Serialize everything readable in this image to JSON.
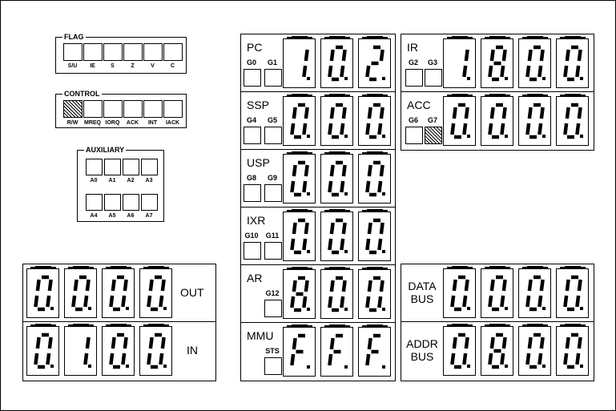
{
  "flag": {
    "title": "FLAG",
    "labels": [
      "S/U",
      "IE",
      "S",
      "Z",
      "V",
      "C"
    ],
    "on": [
      false,
      false,
      false,
      false,
      false,
      false
    ]
  },
  "control": {
    "title": "CONTROL",
    "labels": [
      "R/W",
      "MREQ",
      "IORQ",
      "ACK",
      "INT",
      "IACK"
    ],
    "on": [
      true,
      false,
      false,
      false,
      false,
      false
    ]
  },
  "auxiliary": {
    "title": "AUXILIARY",
    "labels": [
      "A0",
      "A1",
      "A2",
      "A3",
      "A4",
      "A5",
      "A6",
      "A7"
    ]
  },
  "registers": {
    "pc": {
      "name": "PC",
      "gates": [
        "G0",
        "G1"
      ],
      "value": [
        "1.",
        "0.",
        "2."
      ]
    },
    "ssp": {
      "name": "SSP",
      "gates": [
        "G4",
        "G5"
      ],
      "value": [
        "0.",
        "0.",
        "0."
      ]
    },
    "usp": {
      "name": "USP",
      "gates": [
        "G8",
        "G9"
      ],
      "value": [
        "0.",
        "0.",
        "0."
      ]
    },
    "ixr": {
      "name": "IXR",
      "gates": [
        "G10",
        "G11"
      ],
      "value": [
        "0.",
        "0.",
        "0."
      ]
    },
    "ar": {
      "name": "AR",
      "gates": [
        "G12"
      ],
      "value": [
        "8.",
        "0.",
        "0."
      ]
    },
    "mmu": {
      "name": "MMU",
      "gates": [
        "STS"
      ],
      "value": [
        "F.",
        "F.",
        "F."
      ]
    },
    "ir": {
      "name": "IR",
      "gates": [
        "G2",
        "G3"
      ],
      "value": [
        "1.",
        "8.",
        "0.",
        "0."
      ]
    },
    "acc": {
      "name": "ACC",
      "gates": [
        "G6",
        "G7"
      ],
      "gates_on": [
        false,
        true
      ],
      "value": [
        "0.",
        "0.",
        "0.",
        "0."
      ]
    }
  },
  "io": {
    "out": {
      "name": "OUT",
      "value": [
        "0.",
        "0.",
        "0.",
        "0."
      ]
    },
    "in": {
      "name": "IN",
      "value": [
        "0.",
        "1.",
        "0.",
        "0."
      ]
    }
  },
  "bus": {
    "data": {
      "name": [
        "DATA",
        "BUS"
      ],
      "value": [
        "0.",
        "0.",
        "0.",
        "0."
      ]
    },
    "addr": {
      "name": [
        "ADDR",
        "BUS"
      ],
      "value": [
        "0.",
        "8.",
        "0.",
        "0."
      ]
    }
  }
}
